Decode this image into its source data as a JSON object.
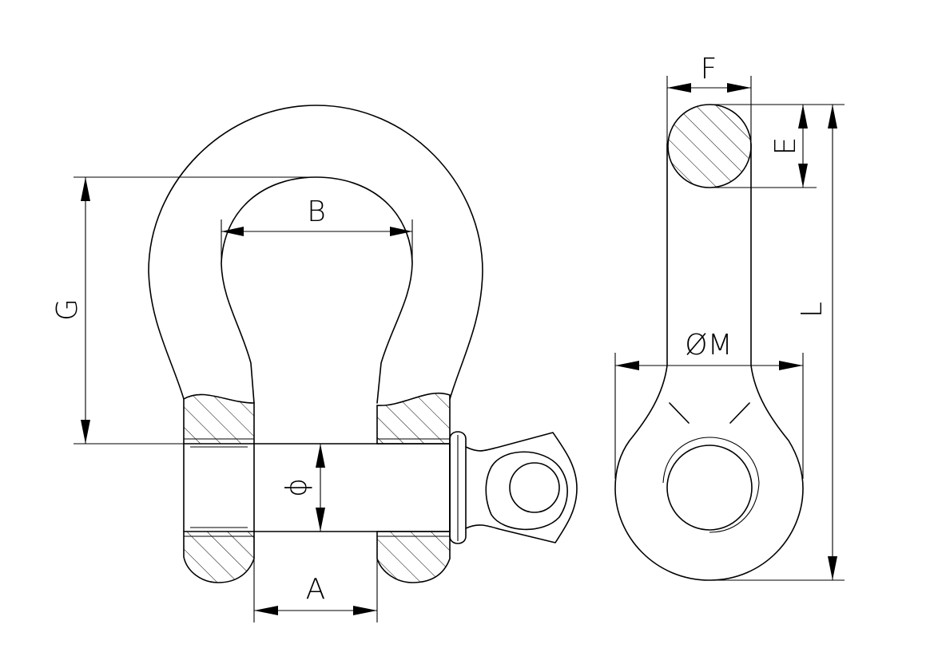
{
  "dimensions": {
    "a_label": "A",
    "b_label": "B",
    "g_label": "G",
    "phi_label": "ϕ",
    "f_label": "F",
    "e_label": "E",
    "l_label": "L",
    "m_label": "ØM"
  }
}
